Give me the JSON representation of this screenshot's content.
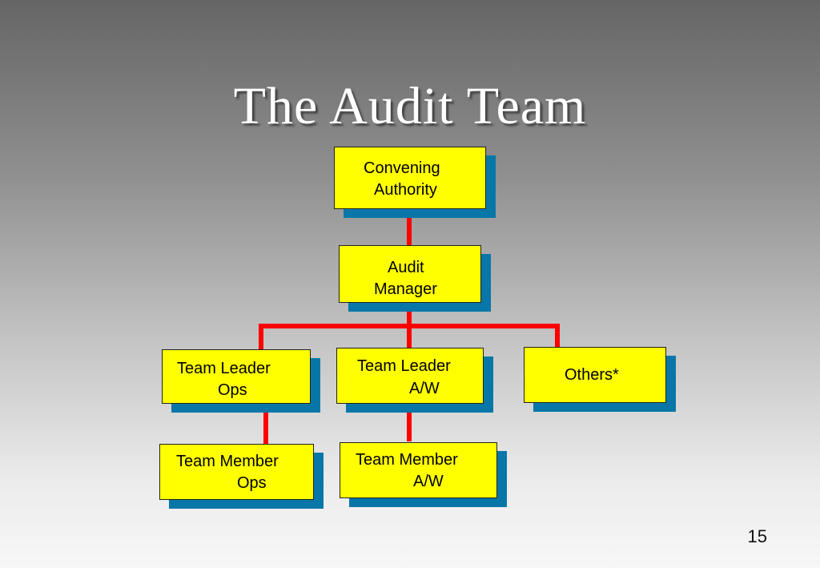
{
  "slide": {
    "title": "The Audit Team",
    "page_number": "15"
  },
  "org_chart": {
    "convening_authority": {
      "line1": "Convening",
      "line2": "Authority"
    },
    "audit_manager": {
      "line1": "Audit",
      "line2": "Manager"
    },
    "team_leader_ops": {
      "line1": "Team Leader",
      "line2": "Ops"
    },
    "team_leader_aw": {
      "line1": "Team Leader",
      "line2": "A/W"
    },
    "others": {
      "line1": "Others*"
    },
    "team_member_ops": {
      "line1": "Team Member",
      "line2": "Ops"
    },
    "team_member_aw": {
      "line1": "Team Member",
      "line2": "A/W"
    }
  },
  "colors": {
    "box_fill": "#ffff00",
    "box_shadow": "#0877a8",
    "connector": "#ff0000"
  }
}
